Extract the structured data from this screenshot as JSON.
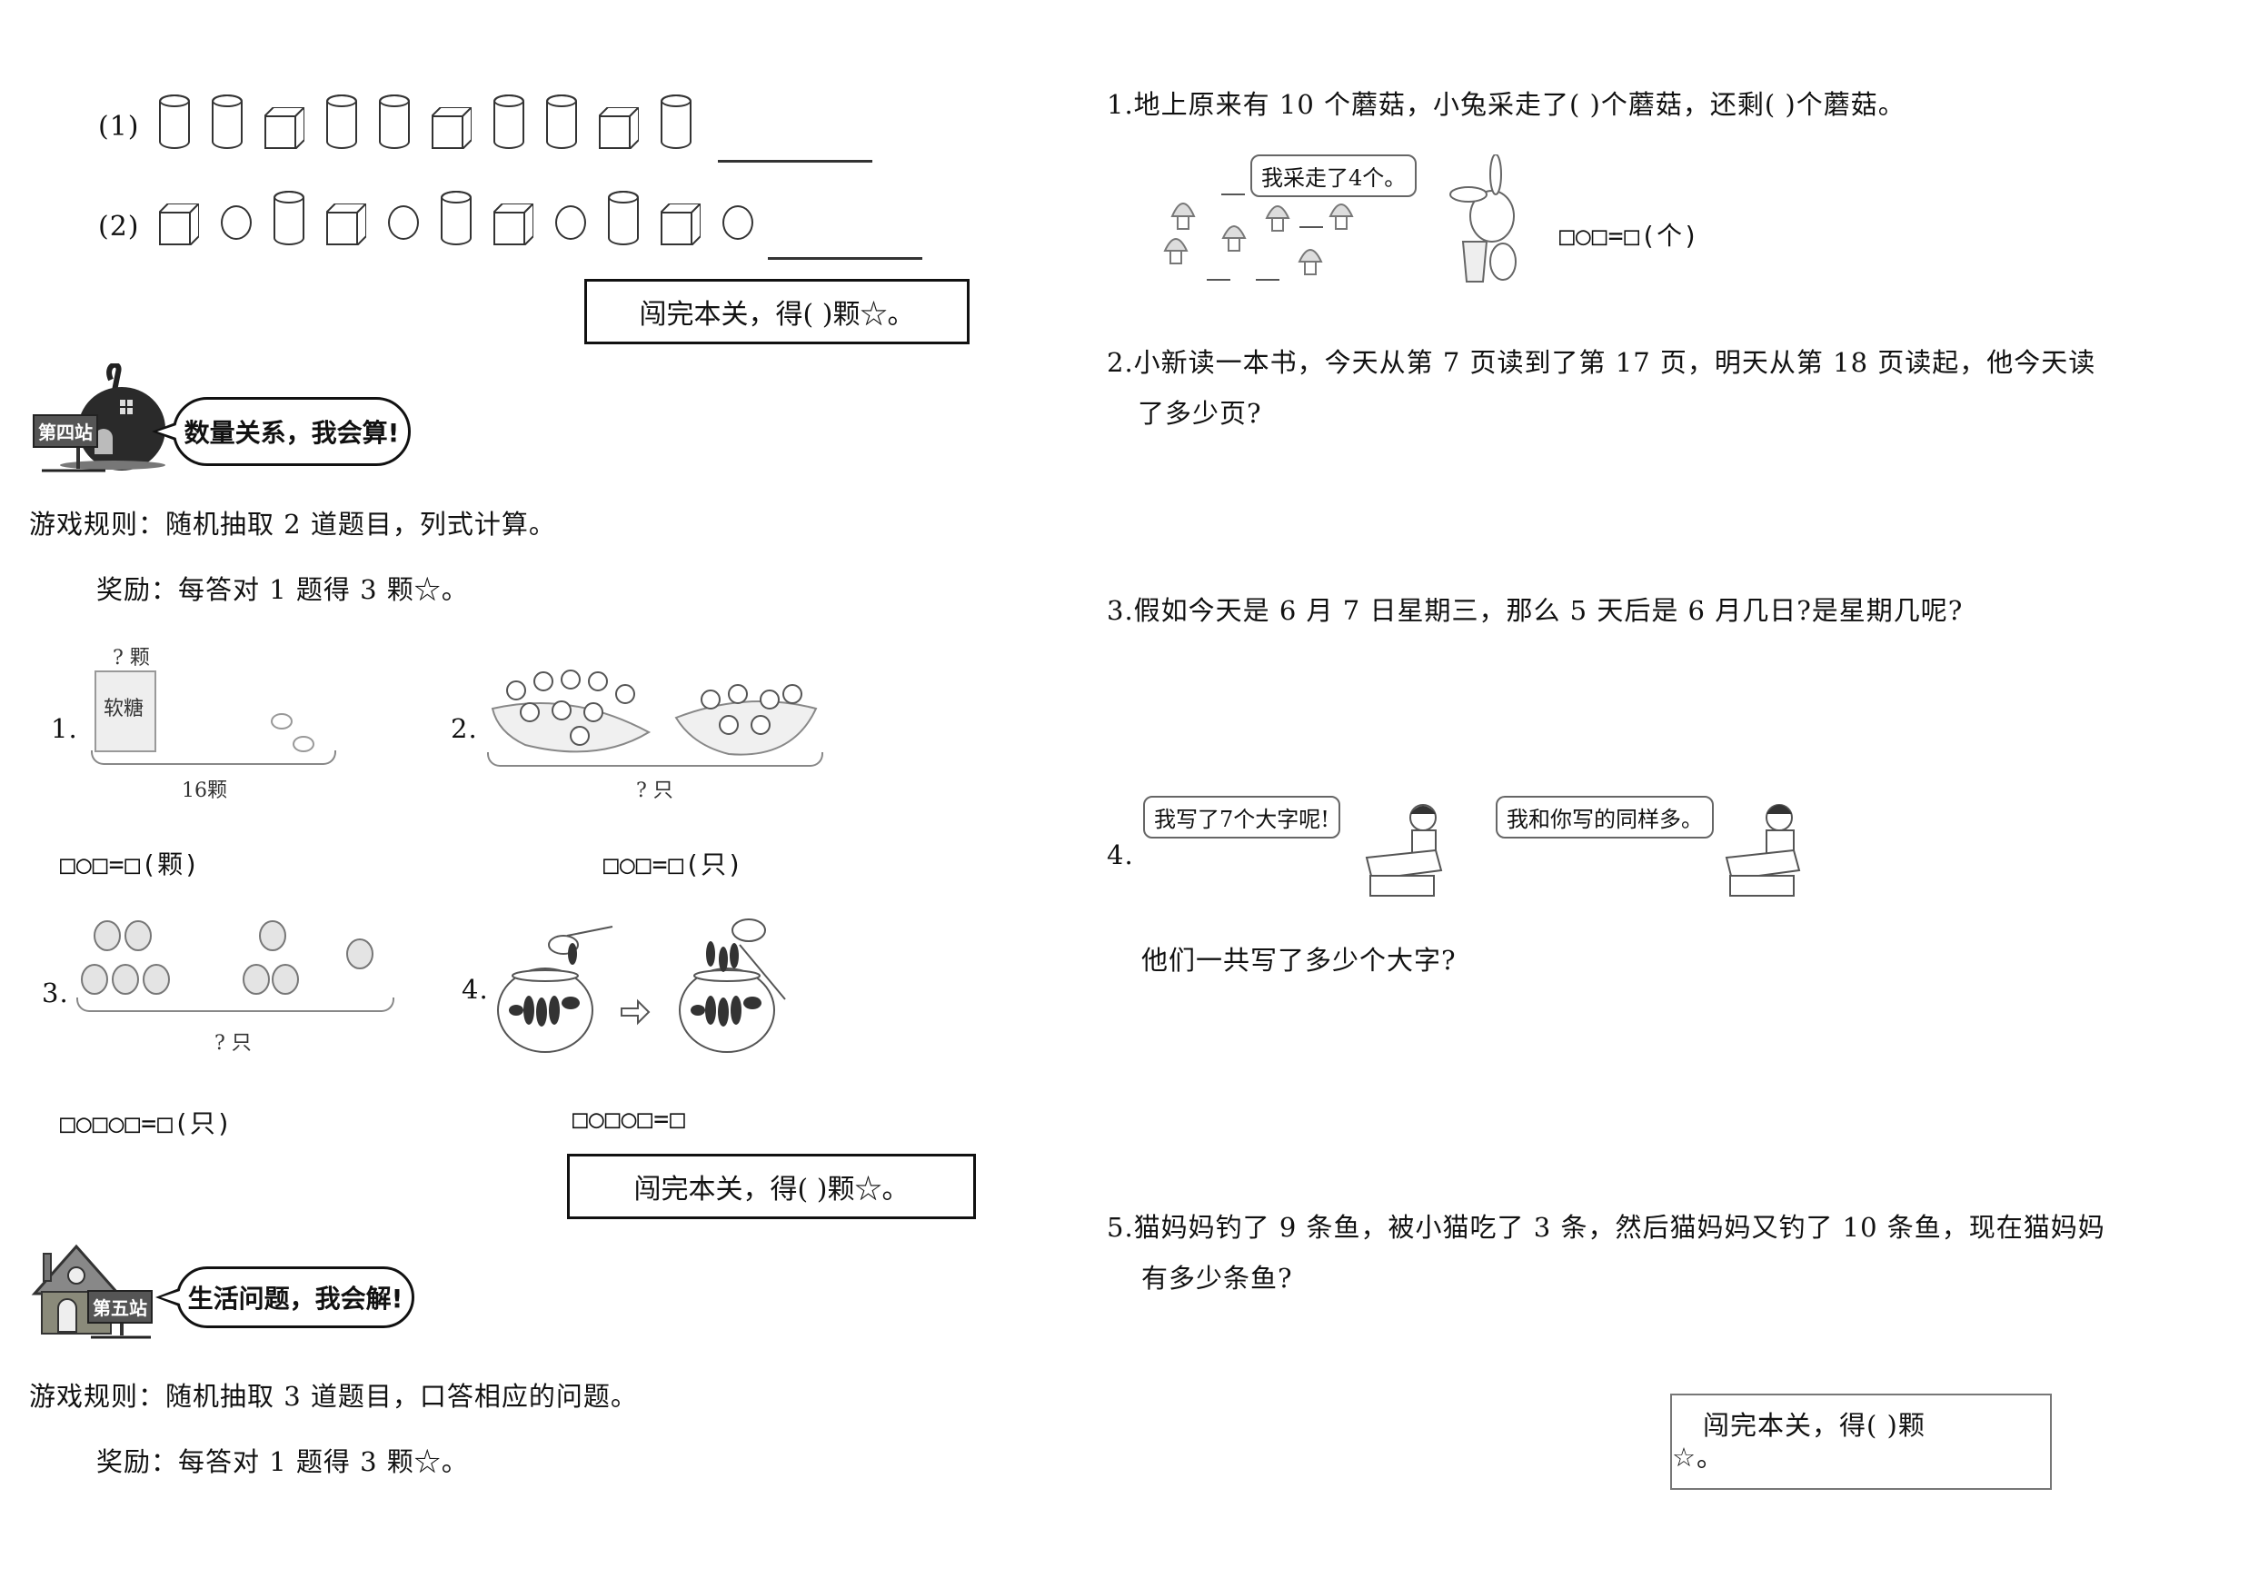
{
  "station3_tail": {
    "pattern_rows": [
      {
        "label": "(1)",
        "shapes": [
          "cylinder",
          "cylinder",
          "cube",
          "cylinder",
          "cylinder",
          "cube",
          "cylinder",
          "cylinder",
          "cube",
          "cylinder"
        ],
        "answer_blank": ""
      },
      {
        "label": "(2)",
        "shapes": [
          "cube",
          "sphere",
          "cylinder",
          "cube",
          "sphere",
          "cylinder",
          "cube",
          "sphere",
          "cylinder",
          "cube",
          "sphere"
        ],
        "answer_blank": ""
      }
    ],
    "score_box": "闯完本关，得(      )颗☆。"
  },
  "station4": {
    "sign": "第四站",
    "title": "数量关系，我会算!",
    "rules": "游戏规则：随机抽取 2 道题目，列式计算。",
    "reward": "奖励：每答对 1 题得 3 颗☆。",
    "problems": [
      {
        "number": "1.",
        "top_label": "? 颗",
        "bag_label": "软糖",
        "bottom_label": "16颗",
        "equation": "□○□=□(颗)"
      },
      {
        "number": "2.",
        "bottom_label": "? 只",
        "equation": "□○□=□(只)"
      },
      {
        "number": "3.",
        "bottom_label": "? 只",
        "equation": "□○□○□=□(只)"
      },
      {
        "number": "4.",
        "equation": "□○□○□=□"
      }
    ],
    "score_box": "闯完本关，得(      )颗☆。"
  },
  "station5": {
    "sign": "第五站",
    "title": "生活问题，我会解!",
    "rules": "游戏规则：随机抽取 3 道题目，口答相应的问题。",
    "reward": "奖励：每答对 1 题得 3 颗☆。"
  },
  "right_column": {
    "questions": [
      {
        "number": "1.",
        "text": "地上原来有 10 个蘑菇，小兔采走了(      )个蘑菇，还剩(      )个蘑菇。",
        "speech": "我采走了4个。",
        "equation": "□○□=□(个)"
      },
      {
        "number": "2.",
        "line1": "小新读一本书，今天从第 7 页读到了第 17  页，明天从第 18  页读起，他今天读",
        "line2": "了多少页?"
      },
      {
        "number": "3.",
        "text": "假如今天是 6 月 7 日星期三，那么 5 天后是 6 月几日?是星期几呢?"
      },
      {
        "number": "4.",
        "speech_boy": "我写了7个大字呢!",
        "speech_girl": "我和你写的同样多。",
        "followup": "他们一共写了多少个大字?"
      },
      {
        "number": "5.",
        "line1": "猫妈妈钓了 9 条鱼，被小猫吃了 3 条，然后猫妈妈又钓了 10 条鱼，现在猫妈妈",
        "line2": "有多少条鱼?"
      }
    ],
    "score_box_line1": "闯完本关，得(          )颗",
    "score_box_line2": "☆。"
  }
}
